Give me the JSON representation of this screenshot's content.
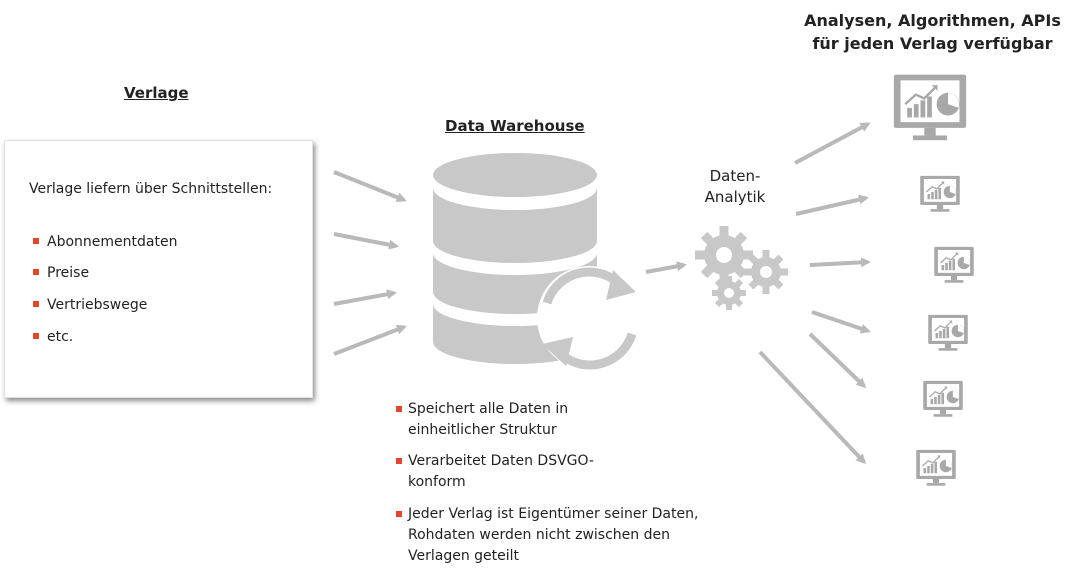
{
  "publishers": {
    "title": "Verlage",
    "intro": "Verlage liefern über Schnittstellen:",
    "items": [
      "Abonnementdaten",
      "Preise",
      "Vertriebswege",
      "etc."
    ]
  },
  "warehouse": {
    "title": "Data Warehouse",
    "points": [
      "Speichert alle Daten in einheitlicher Struktur",
      "Verarbeitet Daten DSVGO-konform",
      "Jeder Verlag ist Eigentümer seiner Daten, Rohdaten werden nicht zwischen den Verlagen geteilt"
    ]
  },
  "analytics": {
    "label_line1": "Daten-",
    "label_line2": "Analytik"
  },
  "outputs": {
    "title_line1": "Analysen, Algorithmen, APIs",
    "title_line2": "für jeden Verlag verfügbar"
  },
  "icons": {
    "database": "database-icon",
    "sync": "sync-icon",
    "gears": "gears-icon",
    "monitor": "monitor-chart-icon"
  },
  "colors": {
    "bullet": "#e2462c",
    "graphic": "#c8c8c8",
    "arrow": "#b9b9b9",
    "monitor": "#a8a8a8"
  }
}
